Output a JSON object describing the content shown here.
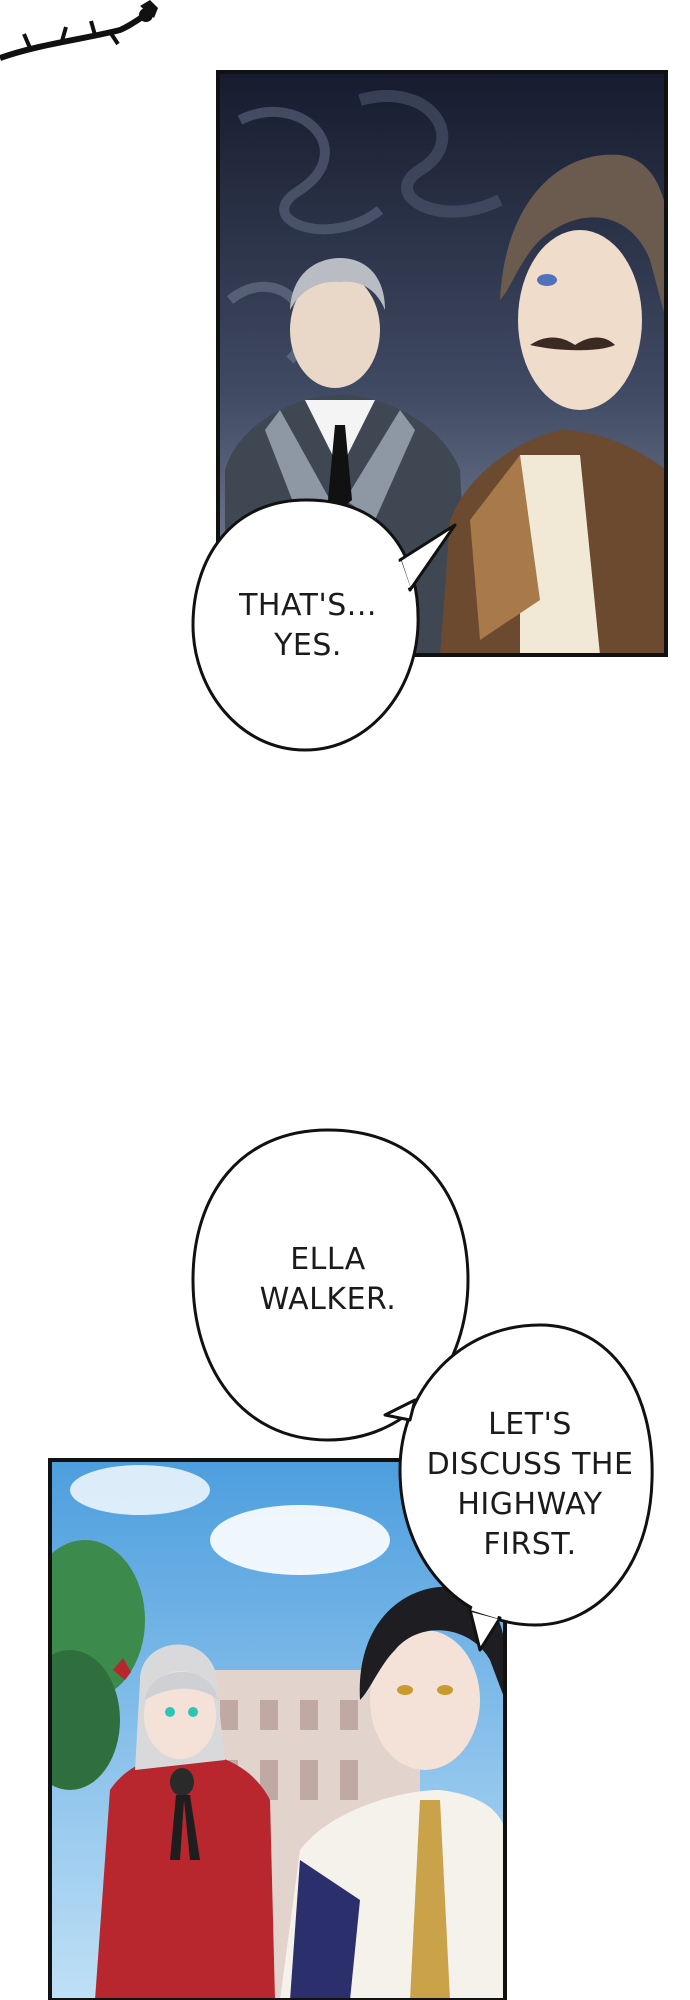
{
  "bubbles": {
    "b1": {
      "lines": [
        "THAT'S...",
        "YES."
      ]
    },
    "b2": {
      "lines": [
        "ELLA",
        "WALKER."
      ]
    },
    "b3": {
      "lines": [
        "LET'S",
        "DISCUSS THE",
        "HIGHWAY",
        "FIRST."
      ]
    }
  },
  "colors": {
    "panel_border": "#111111",
    "panel1_bg_top": "#1c2338",
    "panel1_bg_bottom": "#6a7387",
    "sky": "#8fc4ec",
    "dress": "#b8262e",
    "uniform": "#f4f2ea"
  }
}
